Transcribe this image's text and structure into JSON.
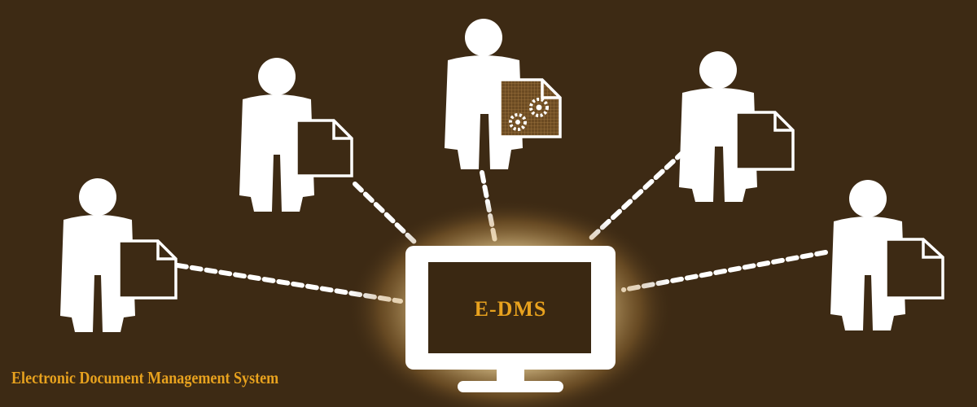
{
  "system": {
    "screen_label": "E-DMS",
    "caption": "Electronic Document Management System"
  },
  "users": [
    {
      "name": "user-1",
      "document": "plain"
    },
    {
      "name": "user-2",
      "document": "plain"
    },
    {
      "name": "user-3",
      "document": "gears"
    },
    {
      "name": "user-4",
      "document": "plain"
    },
    {
      "name": "user-5",
      "document": "plain"
    }
  ],
  "colors": {
    "background": "#3d2a14",
    "figure": "#ffffff",
    "accent": "#e8a21e",
    "screen": "#3a2812"
  }
}
